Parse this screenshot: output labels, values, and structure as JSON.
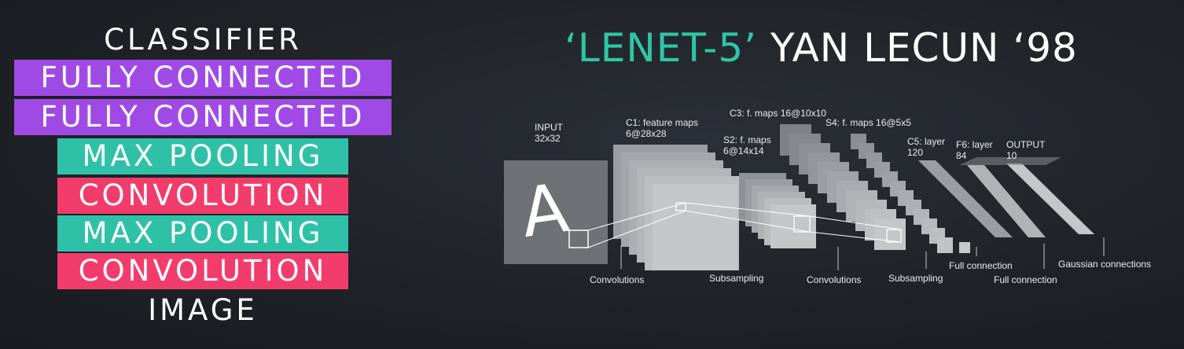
{
  "stack": {
    "classifier": "CLASSIFIER",
    "fc1": "FULLY CONNECTED",
    "fc2": "FULLY CONNECTED",
    "pool1": "MAX POOLING",
    "conv1": "CONVOLUTION",
    "pool2": "MAX POOLING",
    "conv2": "CONVOLUTION",
    "image": "IMAGE"
  },
  "title": {
    "part1": "‘LENET-5’",
    "part2": " YAN LECUN ‘98"
  },
  "diagram": {
    "input": [
      "INPUT",
      "32x32"
    ],
    "c1": [
      "C1: feature maps",
      "6@28x28"
    ],
    "s2": [
      "S2: f. maps",
      "6@14x14"
    ],
    "c3": "C3: f. maps 16@10x10",
    "s4": "S4: f. maps 16@5x5",
    "c5": [
      "C5: layer",
      "120"
    ],
    "f6": [
      "F6: layer",
      "84"
    ],
    "output": [
      "OUTPUT",
      "10"
    ],
    "input_glyph": "A",
    "bottom": {
      "convolutions1": "Convolutions",
      "subsampling1": "Subsampling",
      "convolutions2": "Convolutions",
      "subsampling2": "Subsampling",
      "full1": "Full connection",
      "full2": "Full connection",
      "gaussian": "Gaussian connections"
    }
  },
  "colors": {
    "purple": "#a04ae6",
    "teal": "#2fc1a8",
    "pink": "#f23c6b",
    "title_accent": "#2ec7a7"
  }
}
